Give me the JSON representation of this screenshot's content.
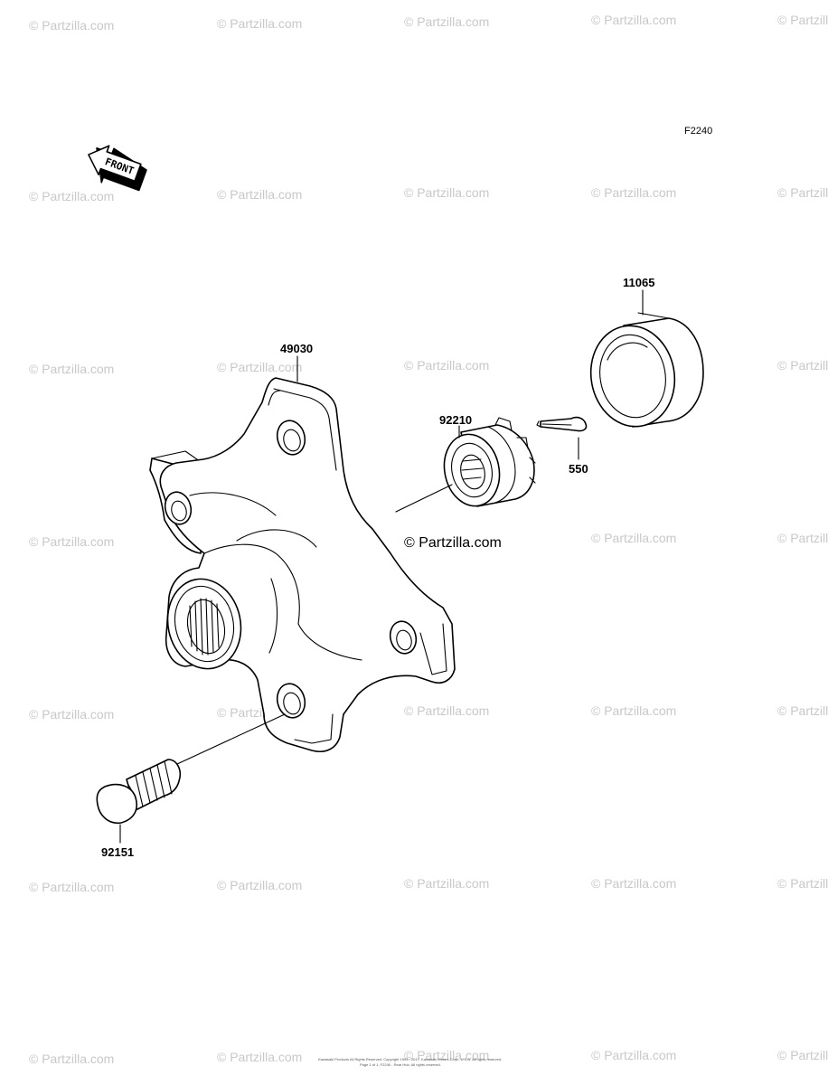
{
  "diagram": {
    "figure_code": "F2240",
    "front_arrow_text": "FRONT",
    "credit": "© Partzilla.com",
    "watermark": "© Partzilla.com",
    "footer_line1": "Kawasaki Products All Rights Reserved. Copyright 1993 - 2017, Kawasaki Motors Corp., U.S.A. All rights reserved.",
    "footer_line2": "Page 1 of 1, F2240 - Rear Hub, All rights reserved.",
    "parts": {
      "hub": {
        "number": "49030"
      },
      "nut": {
        "number": "92210"
      },
      "cotter_pin": {
        "number": "550"
      },
      "collar": {
        "number": "11065"
      },
      "bolt": {
        "number": "92151"
      }
    }
  }
}
